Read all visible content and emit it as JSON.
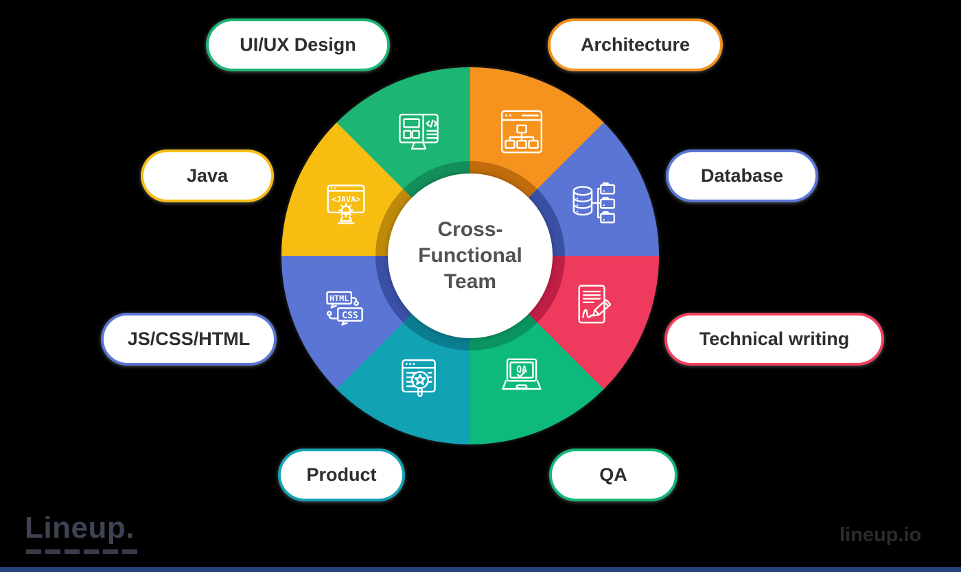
{
  "canvas": {
    "background": "#000000",
    "footer_bar_color": "#24437F"
  },
  "center": {
    "line1": "Cross-",
    "line2": "Functional",
    "line3": "Team",
    "text_color": "#525252"
  },
  "wheel": {
    "segments": [
      {
        "name": "Architecture",
        "color": "#F6921E",
        "dark_color": "#C06C0C"
      },
      {
        "name": "Database",
        "color": "#5B75D4",
        "dark_color": "#3A50A5"
      },
      {
        "name": "Technical writing",
        "color": "#EE3A5C",
        "dark_color": "#BE1F44"
      },
      {
        "name": "QA",
        "color": "#0DBA7B",
        "dark_color": "#0A9560"
      },
      {
        "name": "Product",
        "color": "#11A2B4",
        "dark_color": "#0B7D8E"
      },
      {
        "name": "JS/CSS/HTML",
        "color": "#5B75D4",
        "dark_color": "#3A50A5"
      },
      {
        "name": "Java",
        "color": "#F7BD11",
        "dark_color": "#BE8A0A"
      },
      {
        "name": "UI/UX Design",
        "color": "#1DB573",
        "dark_color": "#128F5A"
      }
    ]
  },
  "pills": [
    {
      "id": "ui-ux-design",
      "label": "UI/UX Design",
      "border": "#1DB573"
    },
    {
      "id": "architecture",
      "label": "Architecture",
      "border": "#F5921E"
    },
    {
      "id": "java",
      "label": "Java",
      "border": "#F6BD13"
    },
    {
      "id": "database",
      "label": "Database",
      "border": "#5B76D6"
    },
    {
      "id": "js-css-html",
      "label": "JS/CSS/HTML",
      "border": "#5B76D6"
    },
    {
      "id": "technical-writing",
      "label": "Technical writing",
      "border": "#F2405F"
    },
    {
      "id": "product",
      "label": "Product",
      "border": "#12A3B4"
    },
    {
      "id": "qa",
      "label": "QA",
      "border": "#14B877"
    }
  ],
  "icon_text": {
    "qa": "QA",
    "java": "<JAVA>",
    "html": "HTML",
    "css": "CSS"
  },
  "branding": {
    "wordmark": "Lineup.",
    "wordmark_color": "#3E4252",
    "watermark": "lineup.io",
    "watermark_color": "#2B2B2E"
  }
}
